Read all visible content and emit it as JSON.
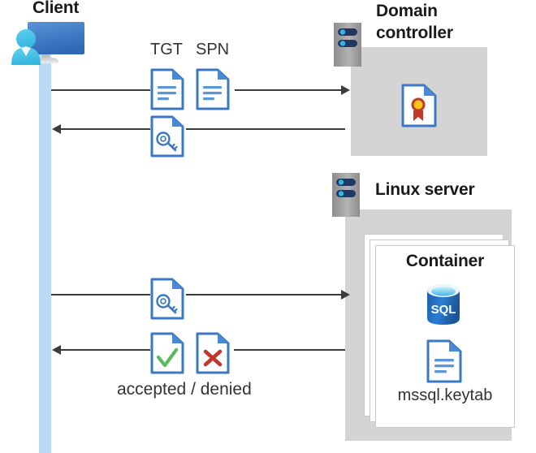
{
  "diagram": {
    "title_client": "Client",
    "title_domain_controller": "Domain\ncontroller",
    "title_domain_controller_line1": "Domain",
    "title_domain_controller_line2": "controller",
    "title_linux_server": "Linux server",
    "title_container": "Container"
  },
  "labels": {
    "tgt": "TGT",
    "spn": "SPN",
    "accepted_denied": "accepted / denied",
    "keytab_file": "mssql.keytab",
    "sql_text": "SQL"
  },
  "icons": {
    "client": "client-workstation-icon",
    "server_dc": "server-rack-icon",
    "server_linux": "server-rack-icon",
    "tgt_doc": "document-lines-icon",
    "spn_doc": "document-lines-icon",
    "ticket_key_doc_top": "document-key-icon",
    "ticket_key_doc_bottom": "document-key-icon",
    "accepted_doc": "document-checkmark-icon",
    "denied_doc": "document-x-icon",
    "certificate_doc": "document-certificate-icon",
    "sql_database": "sql-database-icon",
    "keytab_doc": "document-lines-icon"
  },
  "flows": [
    {
      "id": "flow-tgt-spn-request",
      "direction": "right",
      "from": "Client",
      "to": "Domain controller"
    },
    {
      "id": "flow-ticket-response",
      "direction": "left",
      "from": "Domain controller",
      "to": "Client"
    },
    {
      "id": "flow-ticket-present",
      "direction": "right",
      "from": "Client",
      "to": "Linux server"
    },
    {
      "id": "flow-auth-result",
      "direction": "left",
      "from": "Linux server",
      "to": "Client"
    }
  ],
  "colors": {
    "accent_blue": "#3a78c3",
    "doc_fold_blue": "#4a8ad4",
    "lifeline_blue": "#bcd9f5",
    "zone_gray": "#d4d4d4",
    "server_gray": "#9b9b9b",
    "server_navy": "#1f3864",
    "server_dot_blue": "#35b6e8",
    "accept_green": "#5cb85c",
    "deny_red": "#c0392b",
    "cert_red": "#c0392b",
    "cert_gold": "#f5c518",
    "sql_blue": "#1e6bb8",
    "arrow_gray": "#3c3c3c",
    "text_dark": "#1a1a1a"
  }
}
